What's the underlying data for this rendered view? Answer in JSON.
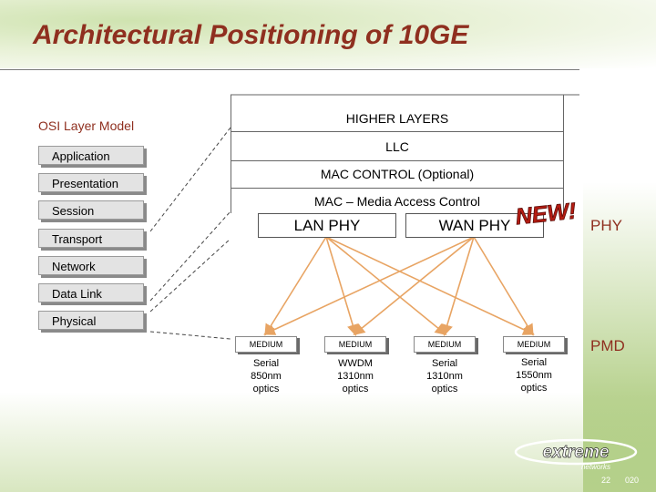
{
  "title": "Architectural Positioning of 10GE",
  "osi": {
    "heading": "OSI Layer Model",
    "layers": [
      "Application",
      "Presentation",
      "Session",
      "Transport",
      "Network",
      "Data Link",
      "Physical"
    ]
  },
  "stack": {
    "rows": [
      "HIGHER LAYERS",
      "LLC",
      "MAC CONTROL (Optional)",
      "MAC – Media Access Control"
    ]
  },
  "phy": {
    "lan": "LAN PHY",
    "wan": "WAN PHY",
    "badge": "NEW!",
    "label": "PHY"
  },
  "pmd": {
    "label": "PMD",
    "media": [
      {
        "medium": "MEDIUM",
        "optics": [
          "Serial",
          "850nm",
          "optics"
        ]
      },
      {
        "medium": "MEDIUM",
        "optics": [
          "WWDM",
          "1310nm",
          "optics"
        ]
      },
      {
        "medium": "MEDIUM",
        "optics": [
          "Serial",
          "1310nm",
          "optics"
        ]
      },
      {
        "medium": "MEDIUM",
        "optics": [
          "Serial",
          "1550nm",
          "optics"
        ]
      }
    ]
  },
  "footer": {
    "logo": "extreme networks",
    "page": "22",
    "code": "020"
  },
  "colors": {
    "title": "#8f2f1f",
    "arrows": "#e8a463",
    "band": "#b8d28f"
  }
}
